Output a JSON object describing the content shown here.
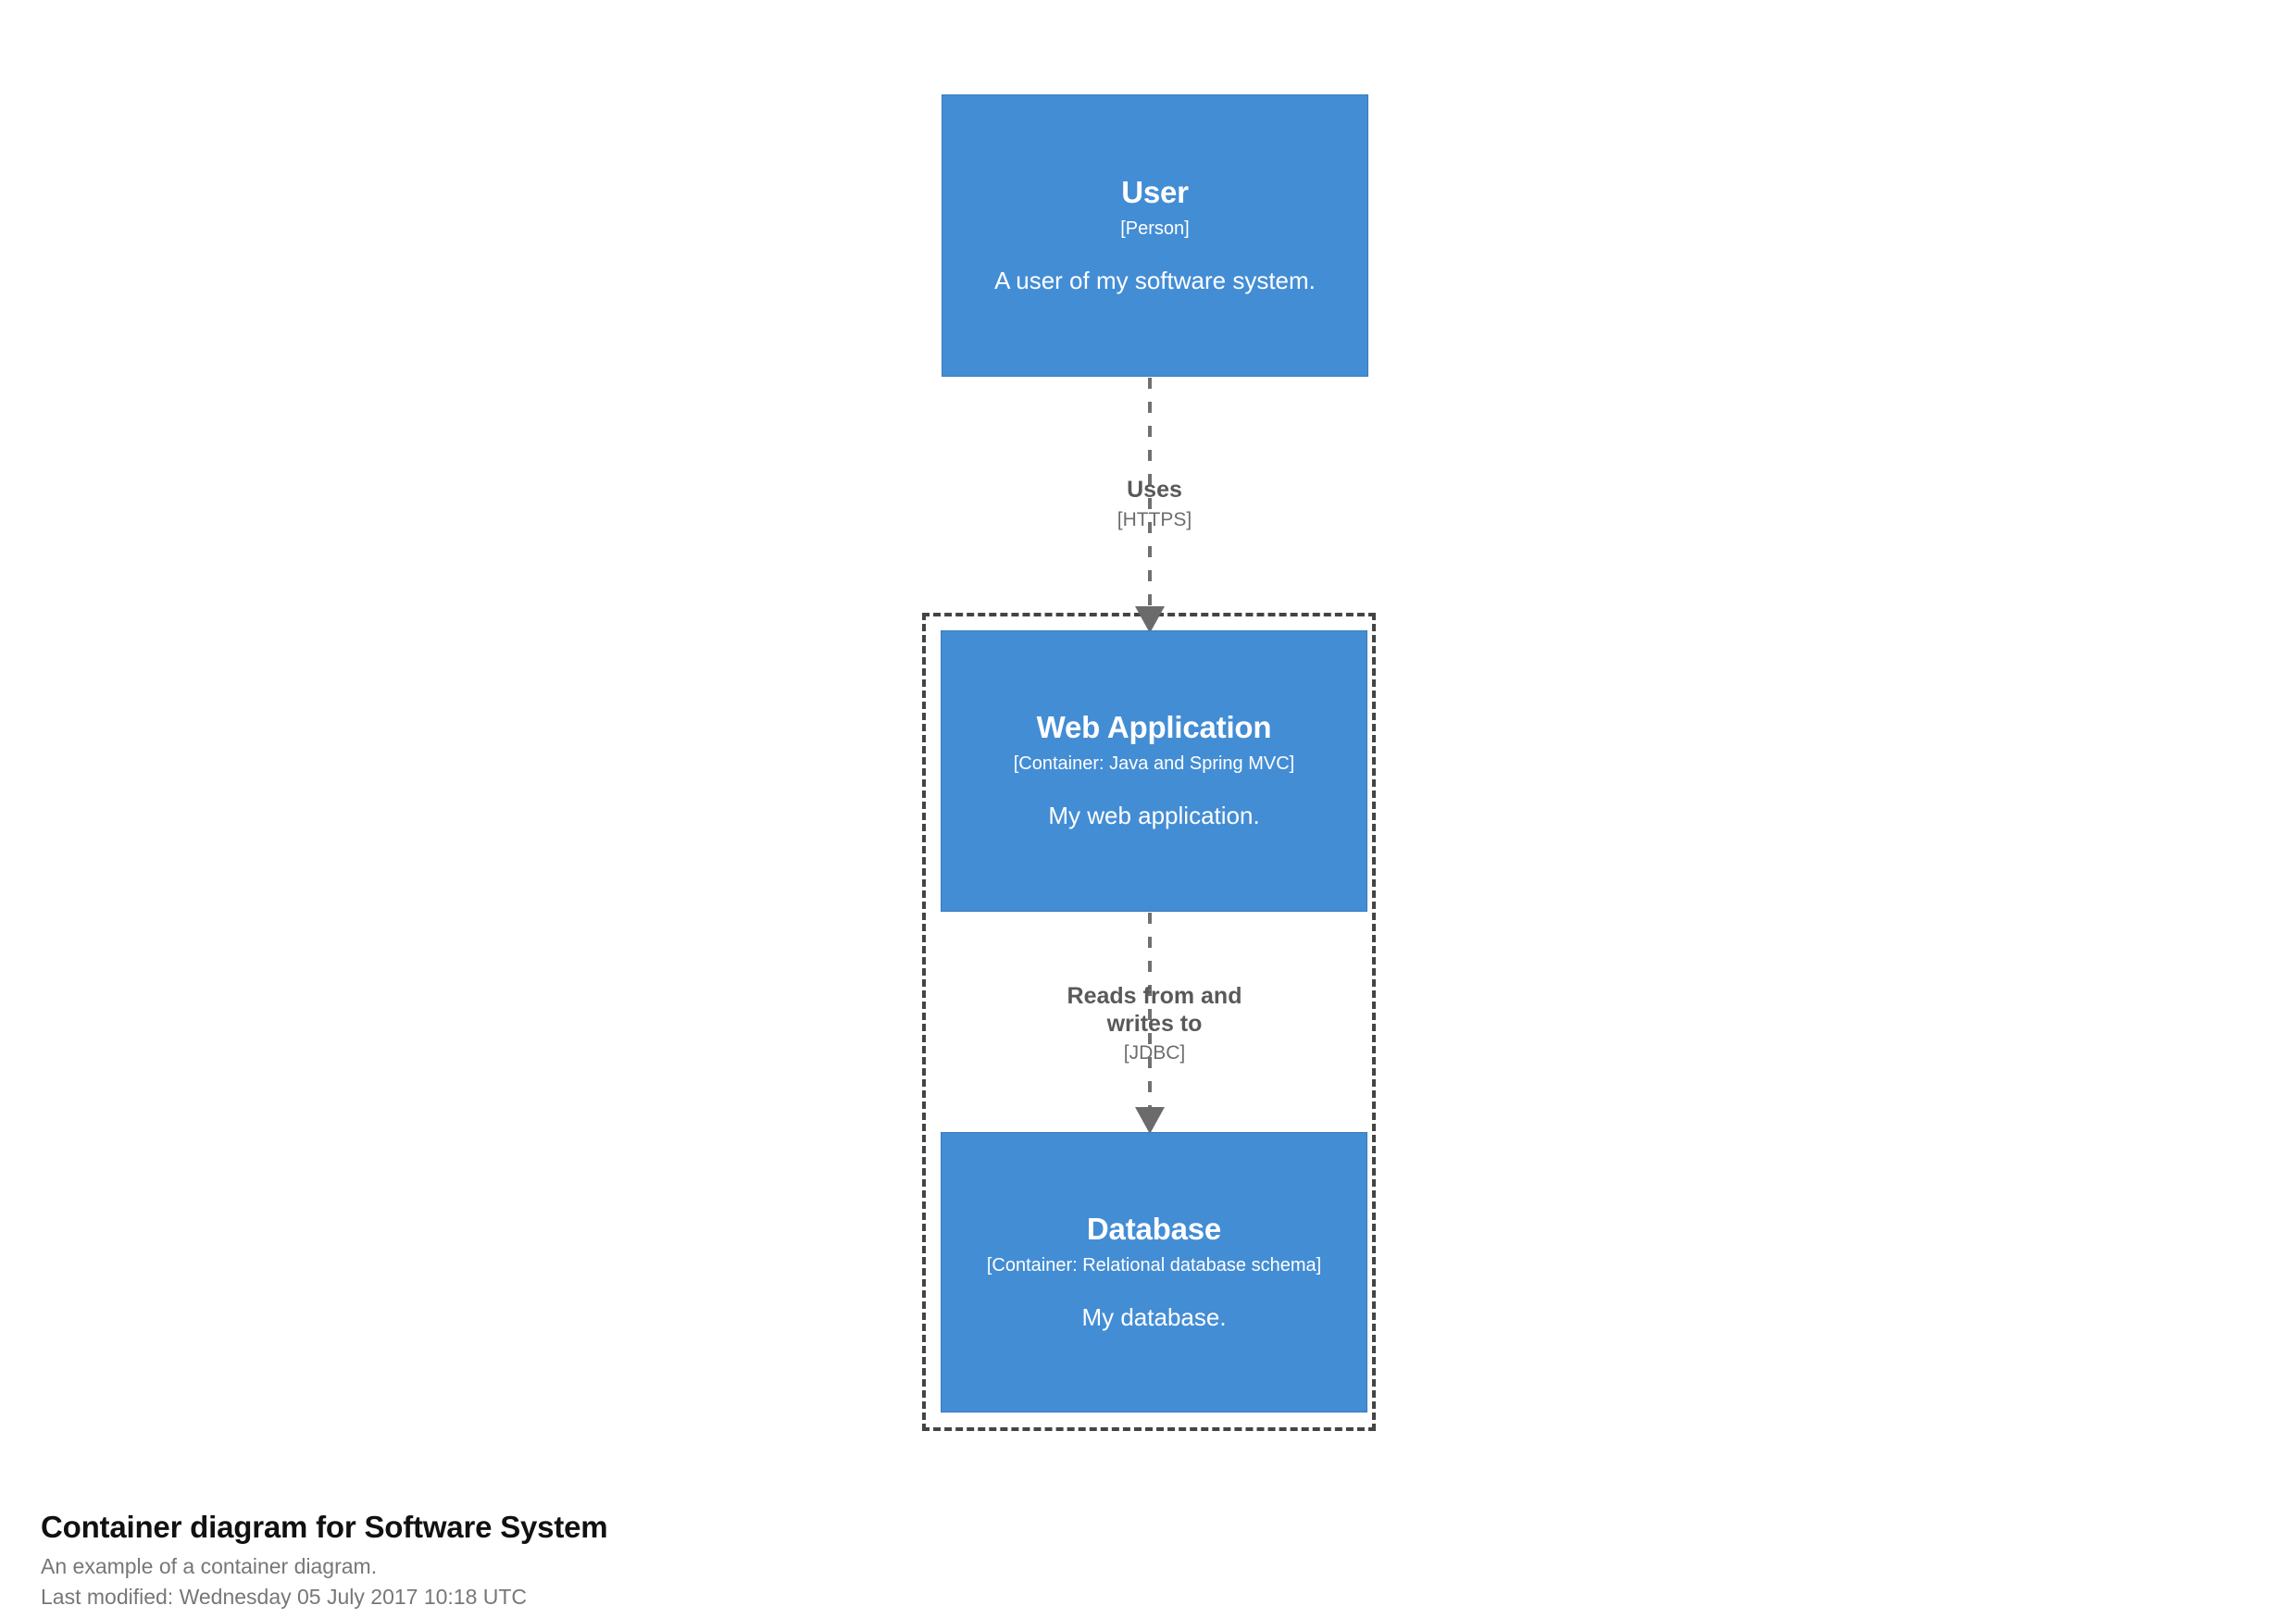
{
  "diagram": {
    "type": "C4 container diagram",
    "background_color": "#ffffff",
    "element_color": "#438dd5",
    "element_text_color": "#ffffff",
    "relationship_color": "#666666",
    "boundary_color": "#444444"
  },
  "nodes": {
    "user": {
      "name": "User",
      "meta": "[Person]",
      "description": "A user of my software system."
    },
    "webapp": {
      "name": "Web Application",
      "meta": "[Container: Java and Spring MVC]",
      "description": "My web application."
    },
    "database": {
      "name": "Database",
      "meta": "[Container: Relational database schema]",
      "description": "My database."
    }
  },
  "relationships": {
    "uses": {
      "description": "Uses",
      "technology": "[HTTPS]",
      "from": "User",
      "to": "Web Application"
    },
    "reads_writes": {
      "description_line1": "Reads from and",
      "description_line2": "writes to",
      "technology": "[JDBC]",
      "from": "Web Application",
      "to": "Database"
    }
  },
  "boundary": {
    "label": ""
  },
  "caption": {
    "title": "Container diagram for Software System",
    "subtitle": "An example of a container diagram.",
    "last_modified": "Last modified: Wednesday 05 July 2017 10:18 UTC"
  }
}
